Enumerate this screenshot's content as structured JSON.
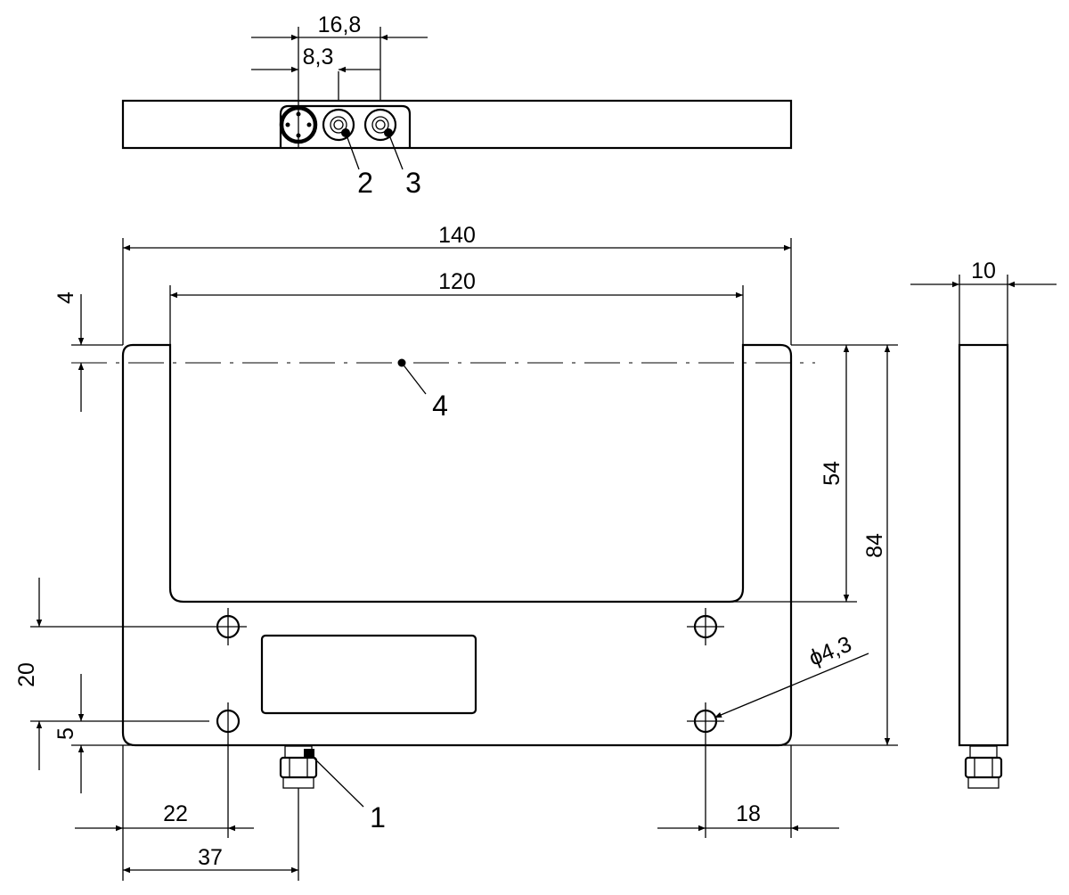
{
  "dimensions": {
    "top_width": "16,8",
    "top_pitch": "8,3",
    "overall_width": "140",
    "inner_width": "120",
    "top_offset": "4",
    "slot_depth": "54",
    "overall_height": "84",
    "thickness": "10",
    "hole_spacing_v": "20",
    "bottom_offset": "5",
    "hole_offset_left": "22",
    "connector_offset": "37",
    "hole_offset_right": "18",
    "hole_diameter": "ϕ4,3"
  },
  "callouts": {
    "c1": "1",
    "c2": "2",
    "c3": "3",
    "c4": "4"
  }
}
